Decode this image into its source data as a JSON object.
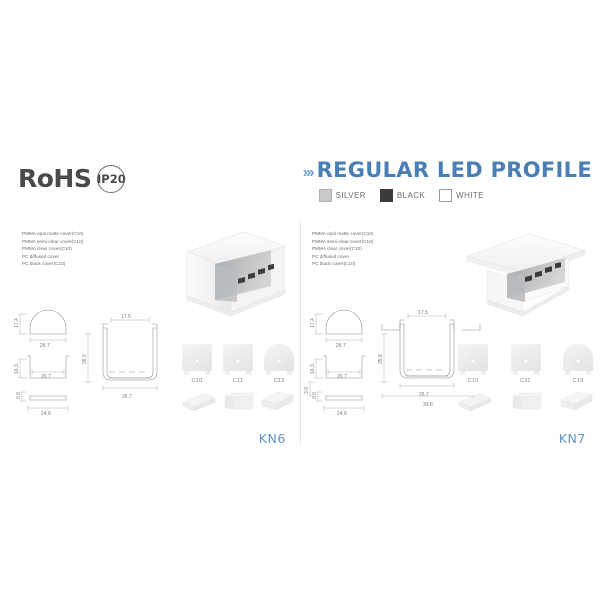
{
  "header": {
    "rohs_label": "RoHS",
    "ip_rating": "IP20",
    "chevrons": "›››",
    "title": "REGULAR LED PROFILE",
    "color_options": [
      {
        "name": "silver",
        "label": "SILVER",
        "hex": "#c8c9ca"
      },
      {
        "name": "black",
        "label": "BLACK",
        "hex": "#3b3b3b"
      },
      {
        "name": "white",
        "label": "WHITE",
        "hex": "#ffffff"
      }
    ],
    "accent_color": "#4a7fb5"
  },
  "panels": [
    {
      "id": "kn6",
      "model": "KN6",
      "type": "surface-mount",
      "specs": [
        "PMMA opal matte cover(C10)",
        "PMMA semi-clear cover(C10)",
        "PMMA  clear cover(C10)",
        "PC diffused cover",
        "PC black cover(C10)"
      ],
      "dimensions": {
        "cover_arc_height": "17.4",
        "cover_arc_width": "26.7",
        "cover_flat_height": "16.3",
        "cover_flat_width": "26.7",
        "strip_thickness": "0.9",
        "strip_width": "24.8",
        "section_inner_width": "17.5",
        "section_height": "26.0",
        "section_outer_width": "26.7"
      },
      "covers": [
        {
          "code": "C10",
          "shape": "square"
        },
        {
          "code": "C11",
          "shape": "square"
        },
        {
          "code": "C13",
          "shape": "round"
        }
      ]
    },
    {
      "id": "kn7",
      "model": "KN7",
      "type": "recessed",
      "specs": [
        "PMMA opal matte cover(C10)",
        "PMMA semi-clear cover(C10)",
        "PMMA  clear cover(C10)",
        "PC diffused cover",
        "PC black cover(C10)"
      ],
      "dimensions": {
        "cover_arc_height": "17.4",
        "cover_arc_width": "26.7",
        "cover_flat_height": "16.3",
        "cover_flat_width": "26.7",
        "strip_thickness": "0.9",
        "strip_width": "24.8",
        "flange_offset": "3.9",
        "section_inner_width": "17.5",
        "section_height": "25.8",
        "section_outer_width": "26.7",
        "section_flange_width": "33.8"
      },
      "covers": [
        {
          "code": "C10",
          "shape": "square"
        },
        {
          "code": "C11",
          "shape": "square"
        },
        {
          "code": "C13",
          "shape": "round"
        }
      ]
    }
  ]
}
